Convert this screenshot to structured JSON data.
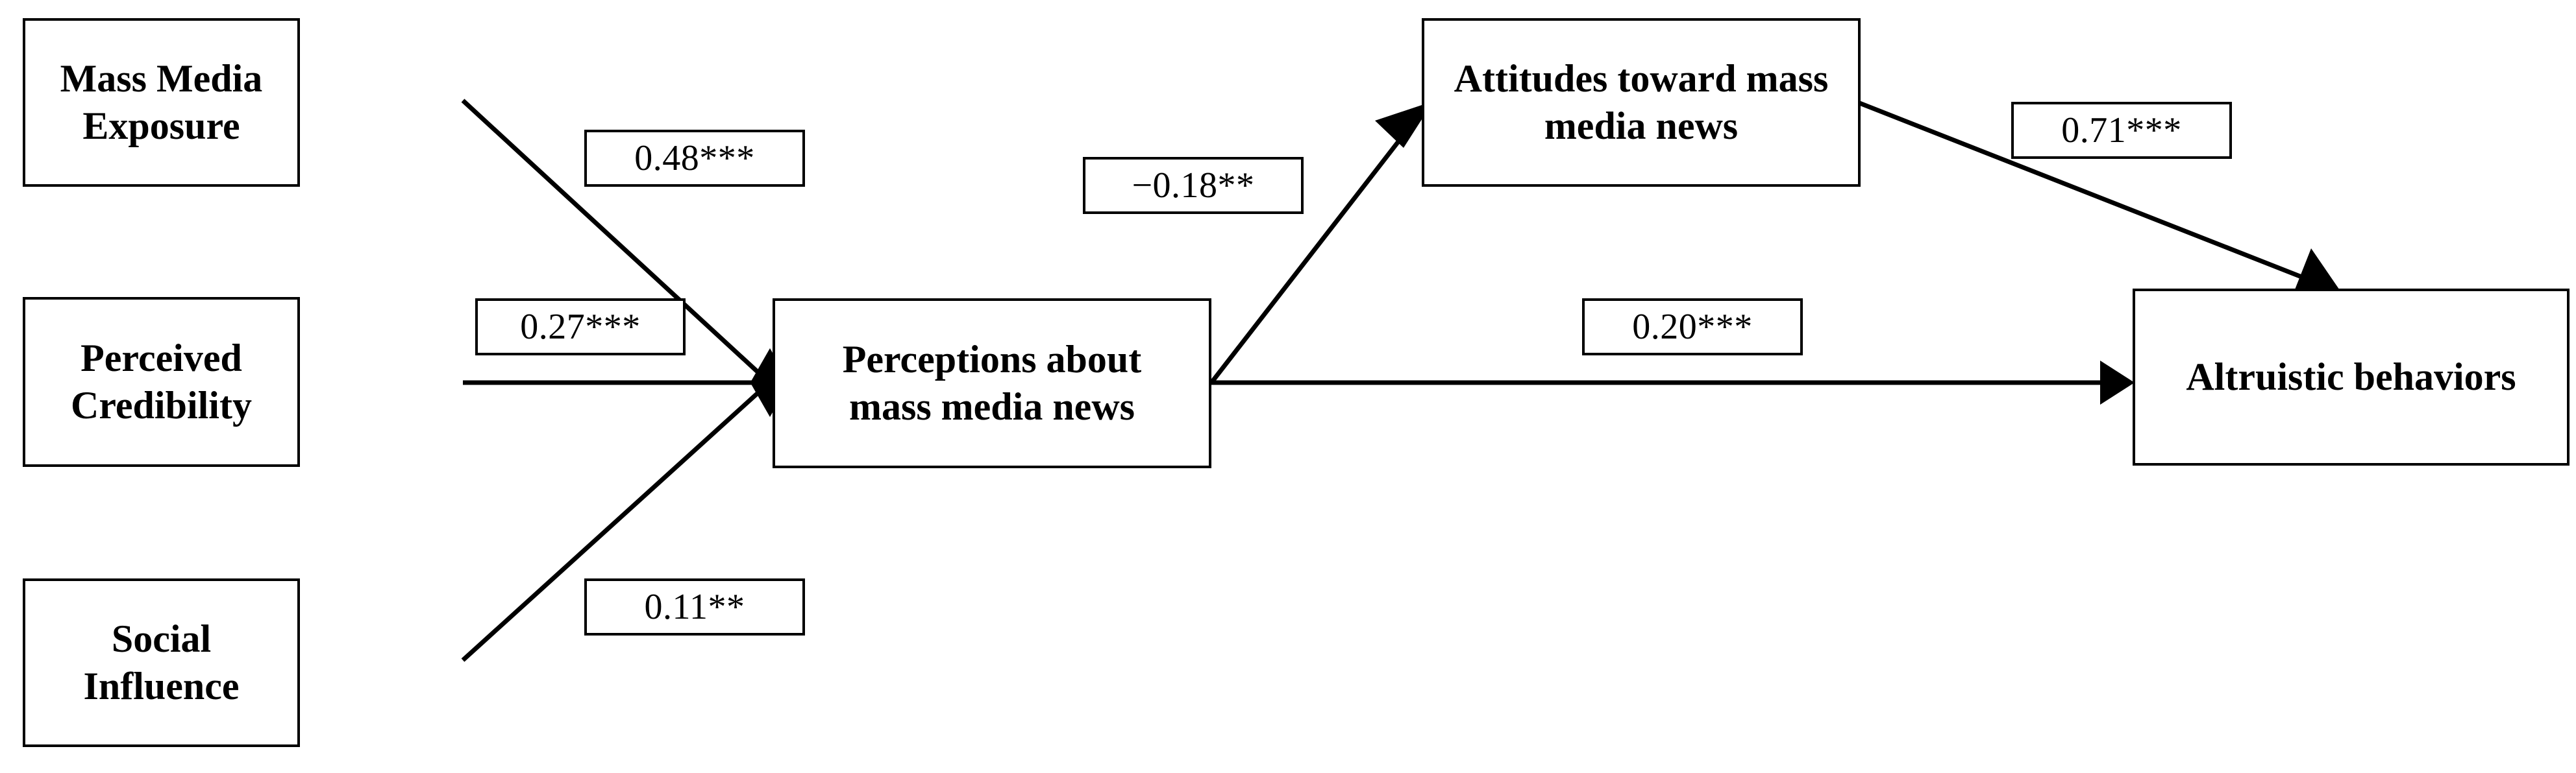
{
  "diagram": {
    "type": "path-model",
    "title": "",
    "background_color": "#ffffff",
    "line_color": "#000000",
    "nodes": [
      {
        "id": "mass_media_exposure",
        "label": "Mass Media Exposure"
      },
      {
        "id": "perceived_credibility",
        "label": "Perceived Credibility"
      },
      {
        "id": "social_influence",
        "label": "Social Influence"
      },
      {
        "id": "perceptions",
        "label": "Perceptions about\nmass media news"
      },
      {
        "id": "attitudes",
        "label": "Attitudes toward mass\nmedia news"
      },
      {
        "id": "altruistic",
        "label": "Altruistic behaviors"
      }
    ],
    "edges": [
      {
        "id": "e1",
        "from": "mass_media_exposure",
        "to": "perceptions",
        "coefficient": "0.48***",
        "value": 0.48,
        "significance": "***",
        "marker": "filled-diamond"
      },
      {
        "id": "e2",
        "from": "perceived_credibility",
        "to": "perceptions",
        "coefficient": "0.27***",
        "value": 0.27,
        "significance": "***",
        "marker": "filled-diamond"
      },
      {
        "id": "e3",
        "from": "social_influence",
        "to": "perceptions",
        "coefficient": "0.11**",
        "value": 0.11,
        "significance": "**",
        "marker": "filled-diamond"
      },
      {
        "id": "e4",
        "from": "perceptions",
        "to": "attitudes",
        "coefficient": "−0.18**",
        "value": -0.18,
        "significance": "**",
        "marker": "arrow"
      },
      {
        "id": "e5",
        "from": "perceptions",
        "to": "altruistic",
        "coefficient": "0.20***",
        "value": 0.2,
        "significance": "***",
        "marker": "arrow"
      },
      {
        "id": "e6",
        "from": "attitudes",
        "to": "altruistic",
        "coefficient": "0.71***",
        "value": 0.71,
        "significance": "***",
        "marker": "arrow"
      }
    ],
    "coefficient_labels": {
      "e1": "0.48***",
      "e2": "0.27***",
      "e3": "0.11**",
      "e4": "−0.18**",
      "e5": "0.20***",
      "e6": "0.71***"
    }
  }
}
